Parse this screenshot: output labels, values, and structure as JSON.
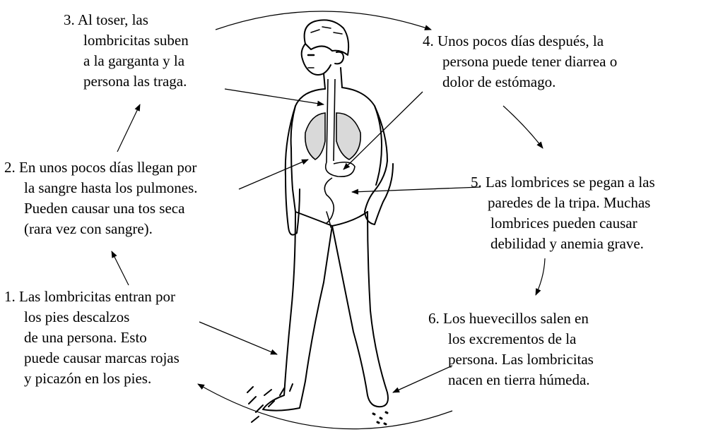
{
  "steps": [
    {
      "id": "step-1",
      "lines": [
        "1. Las lombricitas entran por",
        "los pies descalzos",
        "de una persona. Esto",
        "puede causar marcas rojas",
        "y picazón en los pies."
      ]
    },
    {
      "id": "step-2",
      "lines": [
        "2. En unos pocos días llegan por",
        "la sangre hasta los pulmones.",
        "Pueden causar una tos seca",
        "(rara vez con sangre)."
      ]
    },
    {
      "id": "step-3",
      "lines": [
        "3. Al toser, las",
        "lombricitas suben",
        "a la garganta y la",
        "persona las traga."
      ]
    },
    {
      "id": "step-4",
      "lines": [
        "4. Unos pocos días después, la",
        "persona puede tener diarrea o",
        "dolor de estómago."
      ]
    },
    {
      "id": "step-5",
      "lines": [
        "5. Las lombrices se pegan a las",
        "paredes de la tripa. Muchas",
        "lombrices pueden causar",
        "debilidad y anemia grave."
      ]
    },
    {
      "id": "step-6",
      "lines": [
        "6. Los huevecillos salen en",
        "los excrementos de la",
        "persona. Las lombricitas",
        "nacen en tierra húmeda."
      ]
    }
  ],
  "colors": {
    "ink": "#000000",
    "background": "#ffffff",
    "lung_fill": "#d9d9d9"
  }
}
